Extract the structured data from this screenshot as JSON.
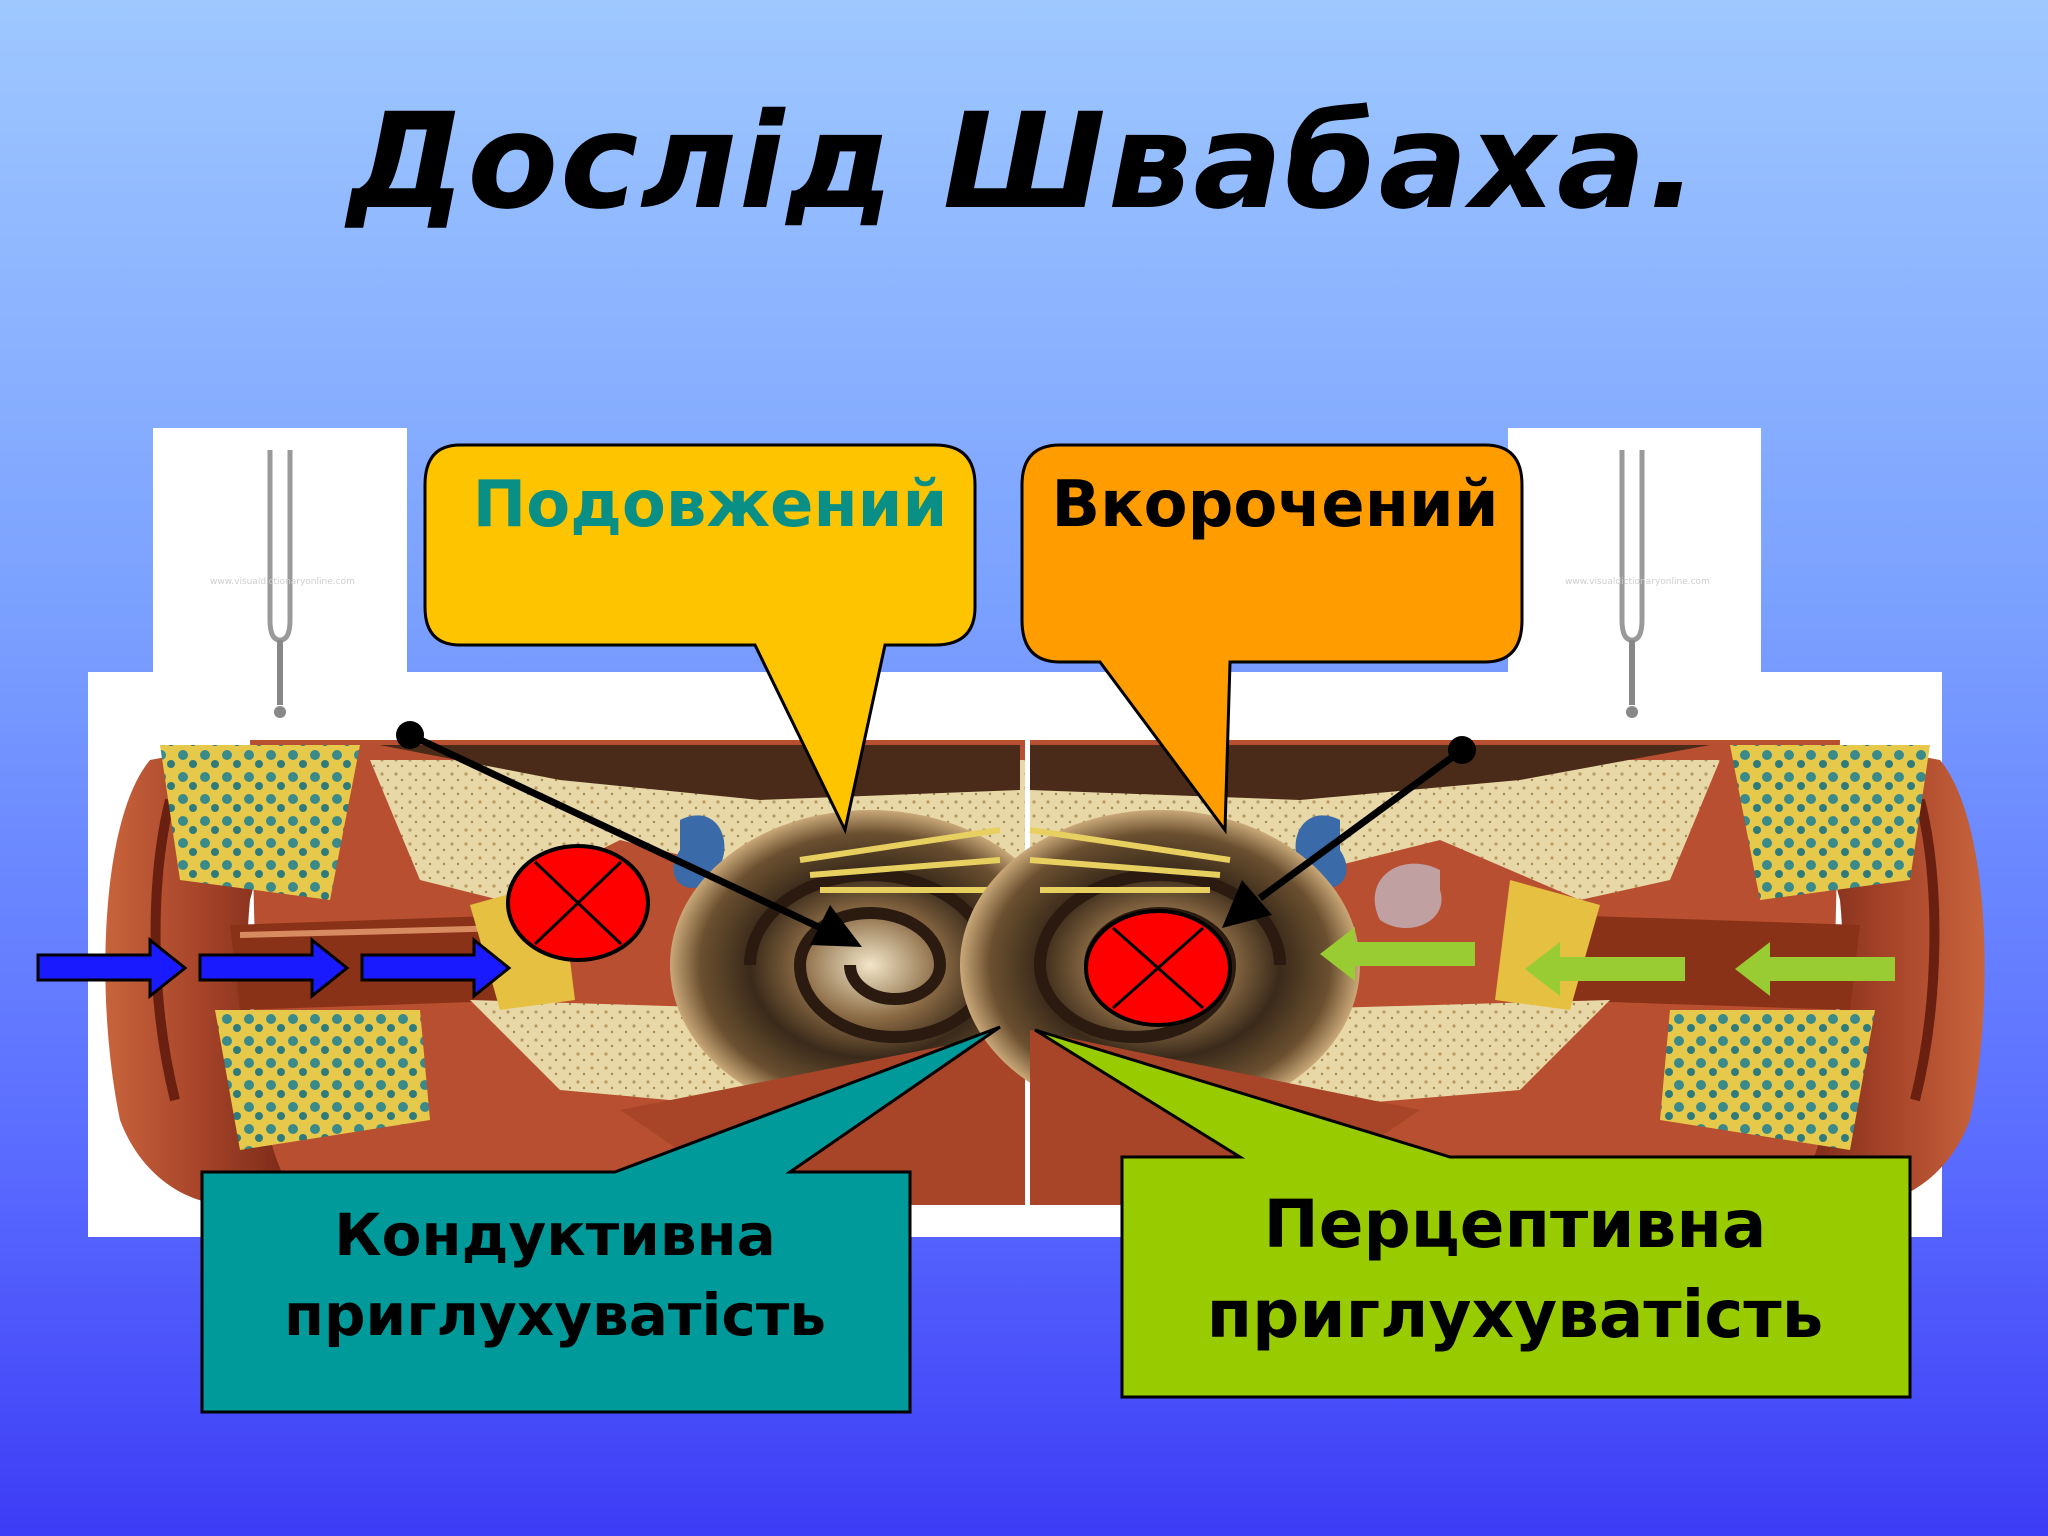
{
  "title": "Дослід Швабаха.",
  "callouts": {
    "prolonged": "Подовжений",
    "shortened": "Вкорочений",
    "conductive_line1": "Кондуктивна",
    "conductive_line2": "приглухуватість",
    "perceptive_line1": "Перцептивна",
    "perceptive_line2": "приглухуватість"
  },
  "colors": {
    "callout_yellow": "#ffc400",
    "callout_orange": "#ff9c00",
    "callout_teal": "#009a9a",
    "callout_green": "#99cc00",
    "arrow_blue": "#1a1aff",
    "arrow_green": "#99cc33",
    "block_marker": "#ff0000"
  },
  "icons": [
    "tuning-fork-icon",
    "blocked-circle-icon",
    "ear-anatomy-illustration"
  ]
}
